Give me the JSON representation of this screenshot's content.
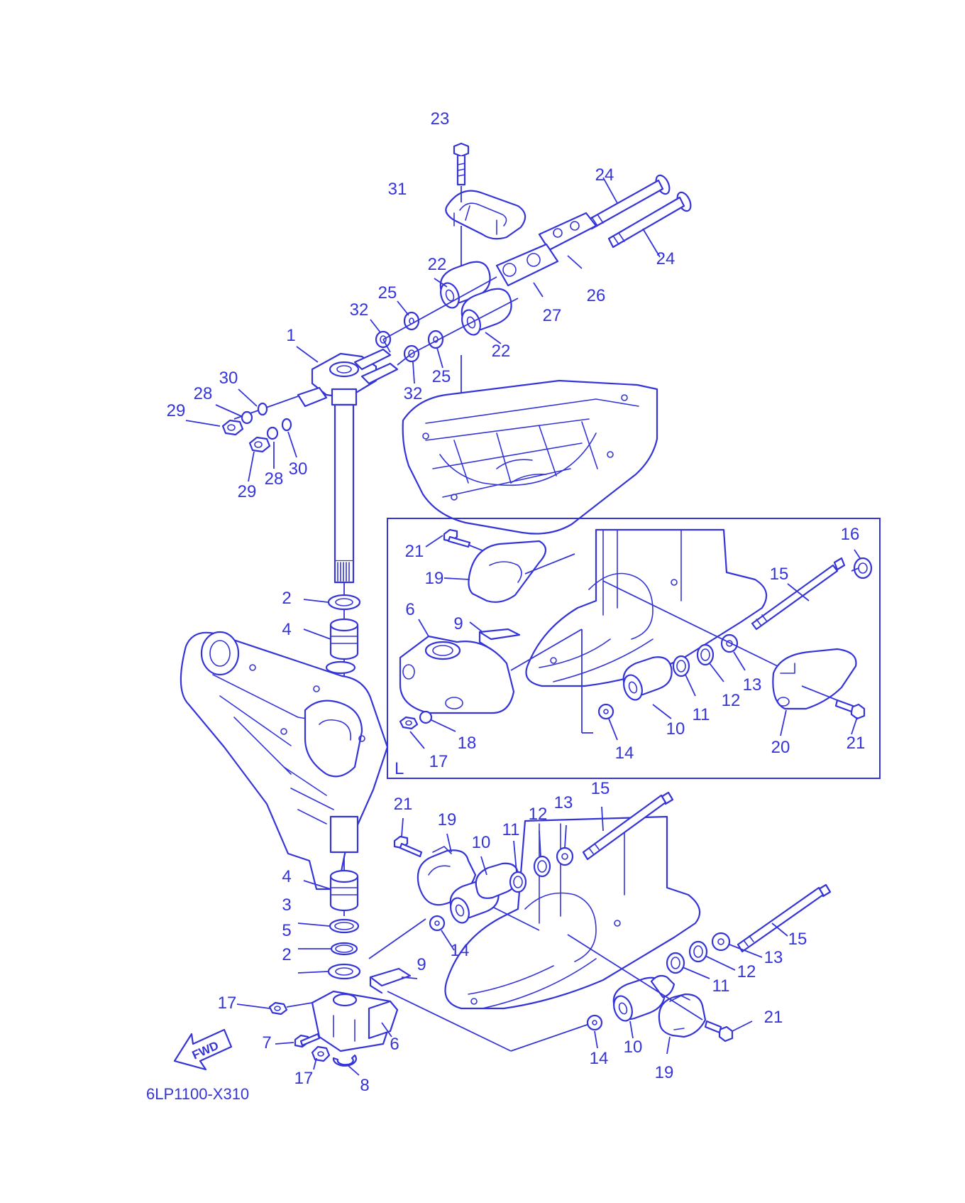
{
  "diagram_code": "6LP1100-X310",
  "fwd_label": "FWD",
  "inset_label": "L",
  "colors": {
    "line": "#3434d8",
    "background": "#ffffff"
  },
  "callouts": [
    {
      "id": "c1",
      "text": "23"
    },
    {
      "id": "c2",
      "text": "31"
    },
    {
      "id": "c3",
      "text": "24"
    },
    {
      "id": "c4",
      "text": "24"
    },
    {
      "id": "c5",
      "text": "22"
    },
    {
      "id": "c6",
      "text": "26"
    },
    {
      "id": "c7",
      "text": "25"
    },
    {
      "id": "c8",
      "text": "27"
    },
    {
      "id": "c9",
      "text": "32"
    },
    {
      "id": "c10",
      "text": "22"
    },
    {
      "id": "c11",
      "text": "1"
    },
    {
      "id": "c12",
      "text": "25"
    },
    {
      "id": "c13",
      "text": "30"
    },
    {
      "id": "c14",
      "text": "32"
    },
    {
      "id": "c15",
      "text": "28"
    },
    {
      "id": "c16",
      "text": "29"
    },
    {
      "id": "c17",
      "text": "30"
    },
    {
      "id": "c18",
      "text": "28"
    },
    {
      "id": "c19",
      "text": "29"
    },
    {
      "id": "c20",
      "text": "21"
    },
    {
      "id": "c21",
      "text": "16"
    },
    {
      "id": "c22",
      "text": "15"
    },
    {
      "id": "c23",
      "text": "19"
    },
    {
      "id": "c24",
      "text": "2"
    },
    {
      "id": "c25",
      "text": "6"
    },
    {
      "id": "c26",
      "text": "9"
    },
    {
      "id": "c27",
      "text": "4"
    },
    {
      "id": "c28",
      "text": "13"
    },
    {
      "id": "c29",
      "text": "12"
    },
    {
      "id": "c30",
      "text": "11"
    },
    {
      "id": "c31",
      "text": "10"
    },
    {
      "id": "c32",
      "text": "21"
    },
    {
      "id": "c33",
      "text": "18"
    },
    {
      "id": "c34",
      "text": "14"
    },
    {
      "id": "c35",
      "text": "20"
    },
    {
      "id": "c36",
      "text": "17"
    },
    {
      "id": "c37",
      "text": "21"
    },
    {
      "id": "c38",
      "text": "15"
    },
    {
      "id": "c39",
      "text": "13"
    },
    {
      "id": "c40",
      "text": "12"
    },
    {
      "id": "c41",
      "text": "19"
    },
    {
      "id": "c42",
      "text": "11"
    },
    {
      "id": "c43",
      "text": "10"
    },
    {
      "id": "c44",
      "text": "4"
    },
    {
      "id": "c45",
      "text": "3"
    },
    {
      "id": "c46",
      "text": "5"
    },
    {
      "id": "c47",
      "text": "14"
    },
    {
      "id": "c48",
      "text": "2"
    },
    {
      "id": "c49",
      "text": "9"
    },
    {
      "id": "c50",
      "text": "15"
    },
    {
      "id": "c51",
      "text": "13"
    },
    {
      "id": "c52",
      "text": "12"
    },
    {
      "id": "c53",
      "text": "17"
    },
    {
      "id": "c54",
      "text": "11"
    },
    {
      "id": "c55",
      "text": "21"
    },
    {
      "id": "c56",
      "text": "7"
    },
    {
      "id": "c57",
      "text": "6"
    },
    {
      "id": "c58",
      "text": "14"
    },
    {
      "id": "c59",
      "text": "10"
    },
    {
      "id": "c60",
      "text": "17"
    },
    {
      "id": "c61",
      "text": "19"
    },
    {
      "id": "c62",
      "text": "8"
    }
  ]
}
